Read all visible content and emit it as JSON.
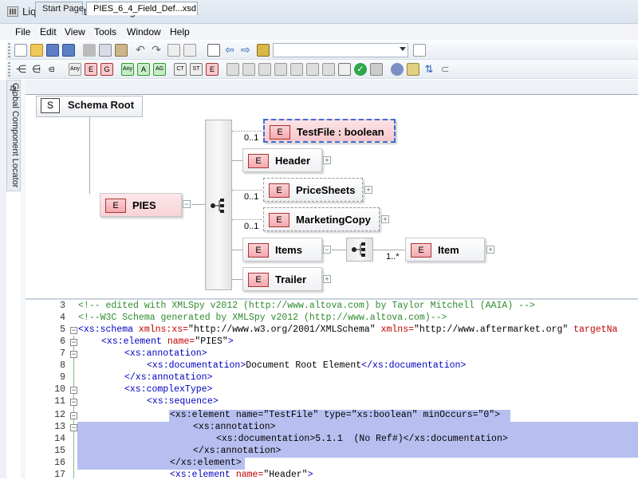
{
  "window": {
    "title": "Liquid XML Studio Designer Edition"
  },
  "menu": {
    "items": [
      "File",
      "Edit",
      "View",
      "Tools",
      "Window",
      "Help"
    ]
  },
  "side_panel": {
    "label": "Global Component Locator"
  },
  "tabs": [
    {
      "label": "Start Page"
    },
    {
      "label": "PIES_6_4_Field_Def...xsd"
    }
  ],
  "toolbar2": {
    "buttons": [
      "Any",
      "E",
      "G",
      "Any",
      "A",
      "AG",
      "CT",
      "ST",
      "E"
    ]
  },
  "designer": {
    "schema_root": {
      "badge": "S",
      "label": "Schema Root"
    },
    "pies": {
      "badge": "E",
      "label": "PIES"
    },
    "elements": [
      {
        "badge": "E",
        "label": "TestFile  : boolean",
        "occurs": "0..1"
      },
      {
        "badge": "E",
        "label": "Header",
        "occurs": ""
      },
      {
        "badge": "E",
        "label": "PriceSheets",
        "occurs": "0..1"
      },
      {
        "badge": "E",
        "label": "MarketingCopy",
        "occurs": "0..1"
      },
      {
        "badge": "E",
        "label": "Items",
        "occurs": ""
      },
      {
        "badge": "E",
        "label": "Trailer",
        "occurs": ""
      }
    ],
    "item": {
      "badge": "E",
      "label": "Item",
      "occurs": "1..*"
    },
    "plus": "+",
    "minus": "−"
  },
  "editor": {
    "lines": [
      {
        "n": "3",
        "text": "<!-- edited with XMLSpy v2012 (http://www.altova.com) by Taylor Mitchell (AAIA) -->"
      },
      {
        "n": "4",
        "text": "<!--W3C Schema generated by XMLSpy v2012 (http://www.altova.com)-->"
      },
      {
        "n": "5",
        "p1": "<xs:schema ",
        "p2": "xmlns:xs=",
        "p3": "\"http://www.w3.org/2001/XMLSchema\" ",
        "p4": "xmlns=",
        "p5": "\"http://www.aftermarket.org\" ",
        "p6": "targetNa"
      },
      {
        "n": "6",
        "p1": "<xs:element ",
        "p2": "name=",
        "p3": "\"PIES\"",
        "p4": ">"
      },
      {
        "n": "7",
        "text": "<xs:annotation>"
      },
      {
        "n": "8",
        "p1": "<xs:documentation>",
        "p2": "Document Root Element",
        "p3": "</xs:documentation>"
      },
      {
        "n": "9",
        "text": "</xs:annotation>"
      },
      {
        "n": "10",
        "text": "<xs:complexType>"
      },
      {
        "n": "11",
        "text": "<xs:sequence>"
      },
      {
        "n": "12",
        "text": "<xs:element name=\"TestFile\" type=\"xs:boolean\" minOccurs=\"0\">"
      },
      {
        "n": "13",
        "text": "<xs:annotation>"
      },
      {
        "n": "14",
        "text": "<xs:documentation>5.1.1  (No Ref#)</xs:documentation>"
      },
      {
        "n": "15",
        "text": "</xs:annotation>"
      },
      {
        "n": "16",
        "text": "</xs:element>"
      },
      {
        "n": "17",
        "p1": "<xs:element ",
        "p2": "name=",
        "p3": "\"Header\"",
        "p4": ">"
      }
    ]
  },
  "colors": {
    "comment": "#2e8b2e",
    "tag": "#0000c0",
    "attr": "#c00000",
    "selection": "#b7bff0",
    "element_badge": "#f3a9ae",
    "selected_border": "#3a6fd8"
  }
}
